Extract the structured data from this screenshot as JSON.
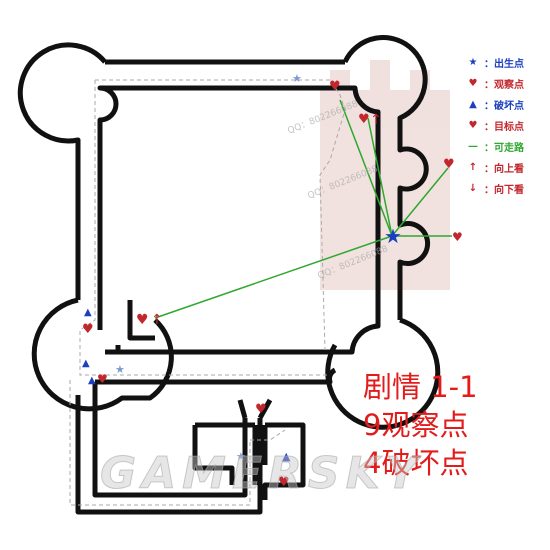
{
  "legend": {
    "items": [
      {
        "icon": "star-icon",
        "label": "：出生点",
        "color": "#1a3fbf",
        "glyph": "★"
      },
      {
        "icon": "heart-icon",
        "label": "：观察点",
        "color": "#c1272d",
        "glyph": "♥"
      },
      {
        "icon": "triangle-icon",
        "label": "：破坏点",
        "color": "#1a3fbf",
        "glyph": "▲"
      },
      {
        "icon": "heart-icon",
        "label": "：目标点",
        "color": "#c1272d",
        "glyph": "♥"
      },
      {
        "icon": "dash-icon",
        "label": "：可走路",
        "color": "#2ea82e",
        "glyph": "—"
      },
      {
        "icon": "arrow-up-icon",
        "label": "：向上看",
        "color": "#c1272d",
        "glyph": "↑"
      },
      {
        "icon": "arrow-down-icon",
        "label": "：向下看",
        "color": "#c1272d",
        "glyph": "↓"
      }
    ]
  },
  "info": {
    "line1": "剧情 1-1",
    "line2": "9观察点",
    "line3": "4破坏点"
  },
  "watermark": {
    "text": "GAMERSKY",
    "qq": "QQ：802266088"
  },
  "colors": {
    "wall": "#111111",
    "path": "#2ea82e",
    "path_dashed": "#aaaaaa",
    "observe": "#c1272d",
    "spawn": "#1a3fbf",
    "info_text": "#e31b1b"
  }
}
